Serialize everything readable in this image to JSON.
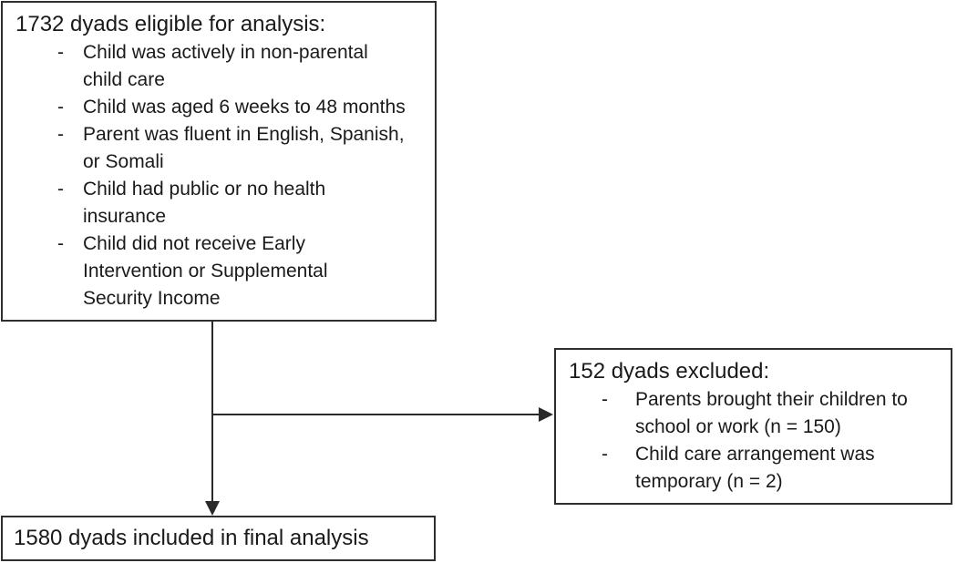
{
  "diagram": {
    "bullet_char": "-",
    "colors": {
      "line": "#2a2a2a",
      "border": "#2f2f2f",
      "text": "#1a1a1a",
      "background": "#ffffff"
    },
    "eligible_box": {
      "title": "1732 dyads eligible for analysis:",
      "bullets": [
        "Child was actively in non-parental\nchild care",
        "Child was aged 6 weeks to 48 months",
        "Parent was fluent in English, Spanish,\nor Somali",
        "Child had public or no health\ninsurance",
        "Child did not receive Early\nIntervention or Supplemental\nSecurity Income"
      ]
    },
    "excluded_box": {
      "title": "152 dyads excluded:",
      "bullets": [
        "Parents brought their children to\nschool or work (n = 150)",
        "Child care arrangement was\ntemporary (n = 2)"
      ]
    },
    "final_box": {
      "title": "1580 dyads included in final analysis"
    }
  }
}
